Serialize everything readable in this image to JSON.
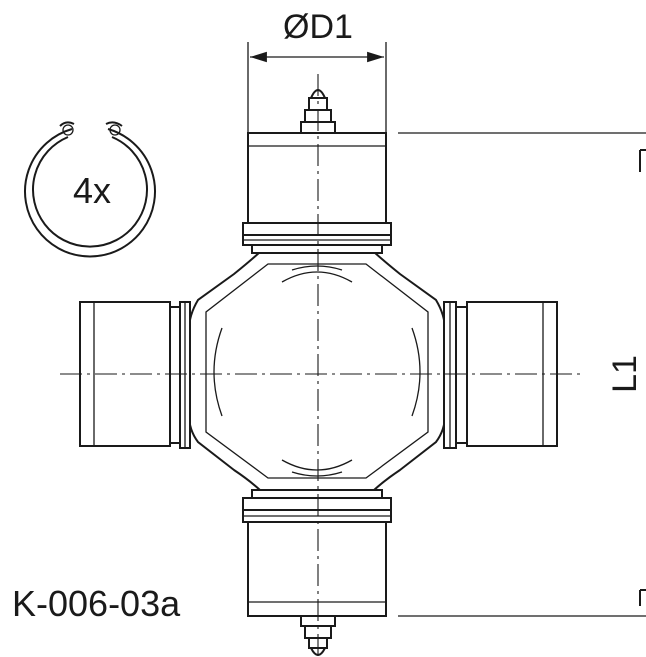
{
  "labels": {
    "diameter": "ØD1",
    "length": "L1",
    "quantity": "4x",
    "part_code": "K-006-03a"
  },
  "colors": {
    "line": "#1a1a1a",
    "background": "#ffffff"
  }
}
